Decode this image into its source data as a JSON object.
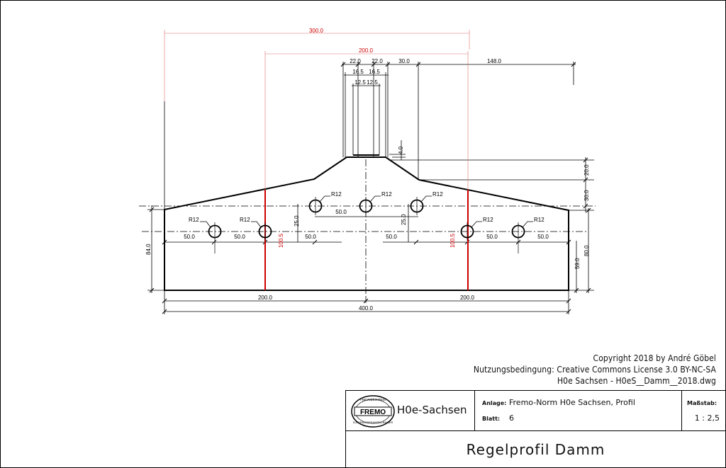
{
  "drawing": {
    "dims": {
      "top_300": "300.0",
      "top_200": "200.0",
      "d22a": "22.0",
      "d22b": "22.0",
      "d30": "30.0",
      "d148": "148.0",
      "d165a": "16.5",
      "d165b": "16.5",
      "d125a": "12.5",
      "d125b": "12.5",
      "d4": "4.0",
      "d20": "20.0",
      "d30r": "30.0",
      "d80": "80.0",
      "d59": "59.0",
      "d84": "84.0",
      "d25l": "25.0",
      "d25r": "25.0",
      "d50top": "50.0",
      "d50_1": "50.0",
      "d50_2": "50.0",
      "d50_3": "50.0",
      "d50_4": "50.0",
      "d50_5": "50.0",
      "d50_6": "50.0",
      "d1005l": "100.5",
      "d1005r": "100.5",
      "b200l": "200.0",
      "b200r": "200.0",
      "b400": "400.0"
    },
    "radius_label": "R12",
    "colors": {
      "accent": "#cc0000",
      "line": "#000000"
    }
  },
  "copyright": {
    "line1": "Copyright 2018 by André Göbel",
    "line2": "Nutzungsbedingung: Creative Commons License 3.0 BY-NC-SA",
    "line3": "H0e Sachsen - H0eS__Damm__2018.dwg"
  },
  "title_block": {
    "logo_top": "FREUNDESKREIS",
    "logo_main": "FREMO",
    "logo_bottom": "EUROPÄISCHER MODELLBAHNER",
    "group": "H0e-Sachsen",
    "anlage_label": "Anlage:",
    "anlage_value": "Fremo-Norm H0e Sachsen, Profil",
    "blatt_label": "Blatt:",
    "blatt_value": "6",
    "massstab_label": "Maßstab:",
    "massstab_value": "1 : 2,5",
    "title": "Regelprofil Damm"
  }
}
